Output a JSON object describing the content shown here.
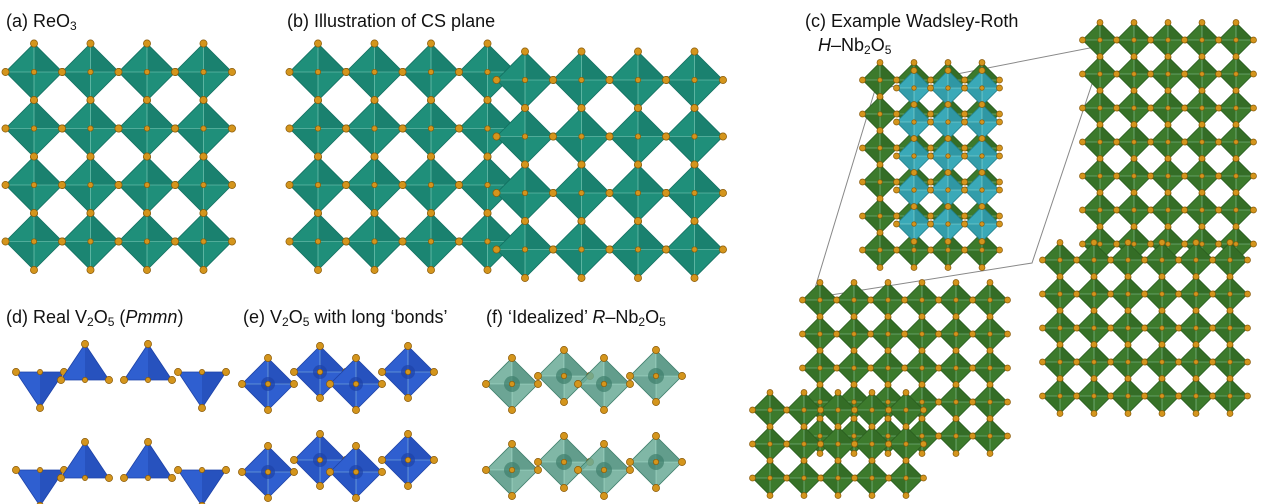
{
  "panels": {
    "a": {
      "prefix": "(a) ReO",
      "sub1": "3"
    },
    "b": {
      "text": "(b) Illustration of CS plane"
    },
    "c": {
      "line1": "(c) Example Wadsley-Roth",
      "italic": "H",
      "dash": "–Nb",
      "sub1": "2",
      "mid": "O",
      "sub2": "5"
    },
    "d": {
      "prefix": "(d) Real V",
      "sub1": "2",
      "mid": "O",
      "sub2": "5",
      "space": " (",
      "italic": "Pmmn",
      "close": ")"
    },
    "e": {
      "prefix": "(e) V",
      "sub1": "2",
      "mid": "O",
      "sub2": "5",
      "rest": " with long ‘bonds’"
    },
    "f": {
      "prefix": "(f) ‘Idealized’ ",
      "italic": "R",
      "dash": "–Nb",
      "sub1": "2",
      "mid": "O",
      "sub2": "5"
    }
  },
  "colors": {
    "teal": "#1f8f7a",
    "teal_dark": "#137061",
    "cyan": "#3aa9b8",
    "green": "#3c7a2c",
    "green_dark": "#2b5e1f",
    "blue": "#2f5fd0",
    "blue_dark": "#1e43a8",
    "pale_teal": "#6aaa96",
    "atom": "#d4951c",
    "atom_edge": "#8a5a08"
  }
}
